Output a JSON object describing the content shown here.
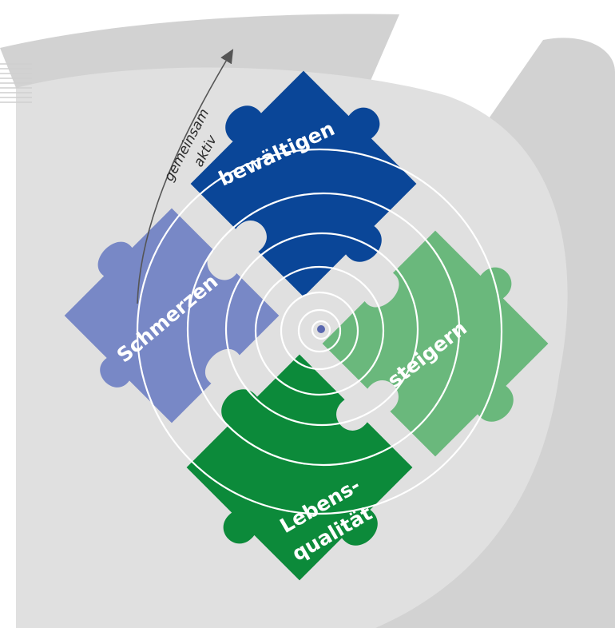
{
  "diagram": {
    "pieces": {
      "schmerzen": {
        "label": "Schmerzen",
        "color": "#7888c6"
      },
      "bewaeltigen": {
        "label": "bewältigen",
        "color": "#0a4698"
      },
      "steigern": {
        "label": "steigern",
        "color": "#6ab87c"
      },
      "lebensqualitaet": {
        "label_line1": "Lebens-",
        "label_line2": "qualität",
        "color": "#0c8a3a"
      }
    },
    "arrow": {
      "label_outer": "gemeinsam",
      "label_inner": "aktiv"
    },
    "colors": {
      "background_ellipse": "#e0e0e0",
      "swoosh": "#d2d2d2",
      "spiral": "#ffffff",
      "center_dot": "#5a68b0",
      "arrow": "#555555"
    }
  }
}
